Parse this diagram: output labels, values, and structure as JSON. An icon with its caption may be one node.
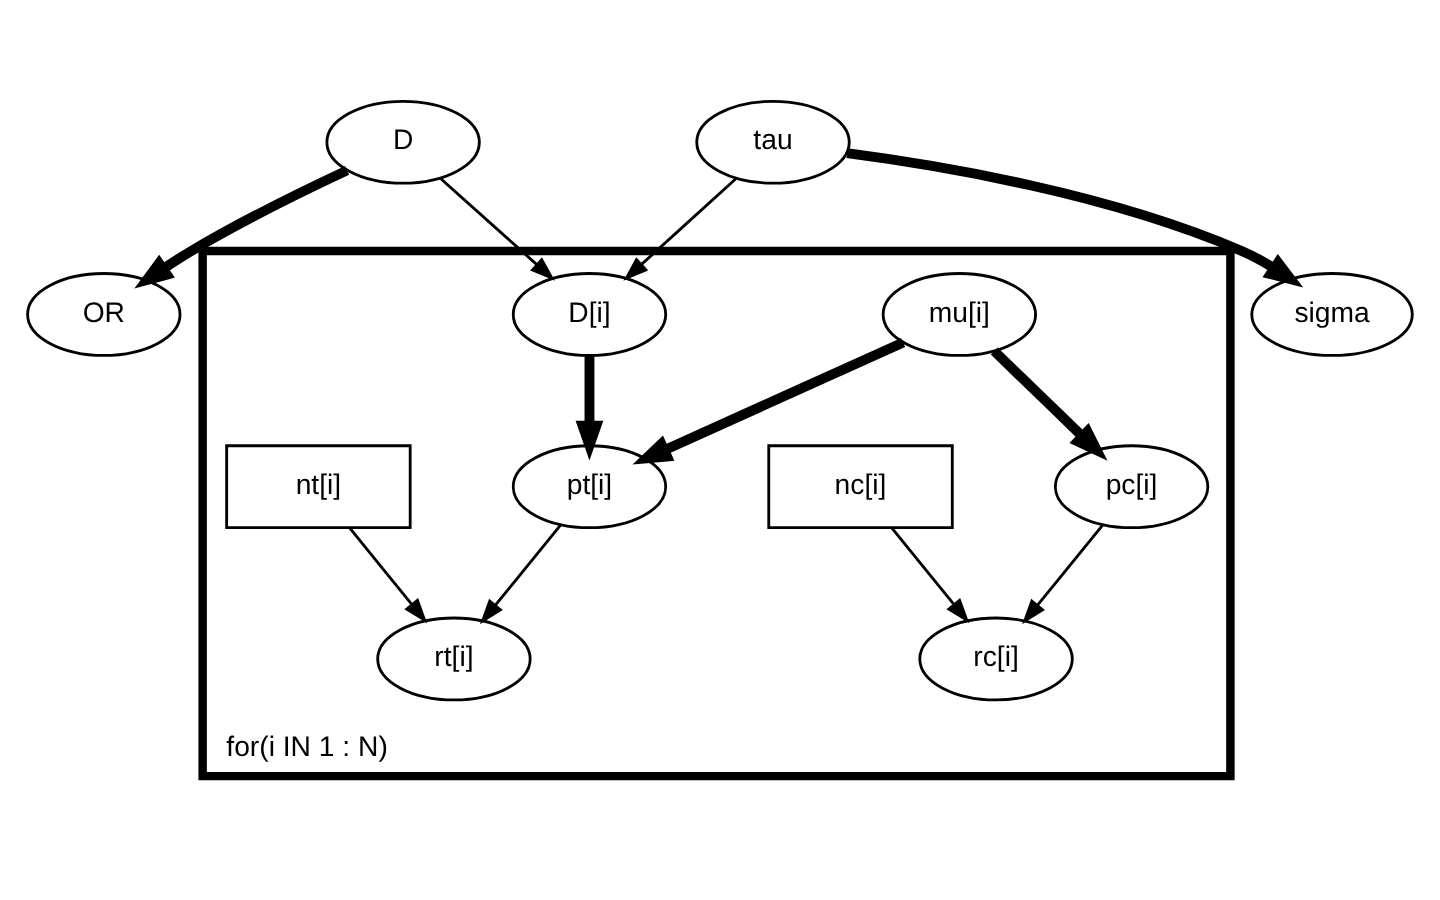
{
  "diagram": {
    "nodes": [
      {
        "text": [
          "OR"
        ]
      },
      {
        "text": [
          "D"
        ]
      },
      {
        "text": [
          "tau"
        ]
      },
      {
        "text": [
          "for(i IN 1 : N)"
        ]
      },
      {
        "text": [
          "mu[i]"
        ],
        "in": 3
      },
      {
        "text": [
          "D[i]"
        ],
        "in": 3
      },
      {
        "text": [
          "sigma"
        ]
      },
      {
        "text": [
          "nc[i]"
        ],
        "in": 3
      },
      {
        "text": [
          "pc[i]"
        ],
        "in": 3
      },
      {
        "text": [
          "nt[i]"
        ],
        "in": 3
      },
      {
        "text": [
          "pt[i]"
        ],
        "in": 3
      },
      {
        "text": [
          "rc[i]"
        ],
        "in": 3
      },
      {
        "text": [
          "rt[i]"
        ],
        "in": 3
      }
    ],
    "edges": [
      {
        "from": 1,
        "to": 0,
        "arrow": "to",
        "style": "thick"
      },
      {
        "from": 1,
        "to": 5,
        "arrow": "to"
      },
      {
        "from": 2,
        "to": 5,
        "arrow": "to"
      },
      {
        "from": 2,
        "to": 6,
        "arrow": "to",
        "style": "thick"
      },
      {
        "from": 4,
        "to": 8,
        "arrow": "to",
        "style": "thick"
      },
      {
        "from": 4,
        "to": 10,
        "arrow": "to",
        "style": "thick"
      },
      {
        "from": 5,
        "to": 10,
        "arrow": "to",
        "style": "thick"
      },
      {
        "from": 7,
        "to": 11,
        "arrow": "to"
      },
      {
        "from": 8,
        "to": 11,
        "arrow": "to"
      },
      {
        "from": 9,
        "to": 12,
        "arrow": "to"
      },
      {
        "from": 10,
        "to": 12,
        "arrow": "to"
      }
    ]
  }
}
